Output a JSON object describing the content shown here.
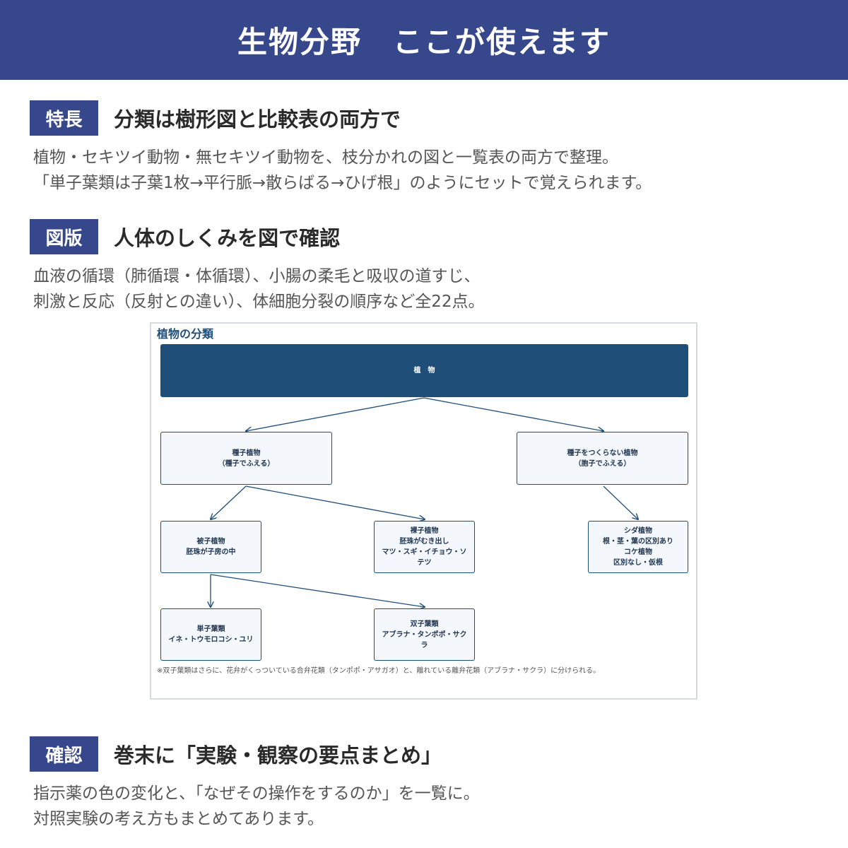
{
  "header": {
    "title": "生物分野　ここが使えます"
  },
  "sections": [
    {
      "badge": "特長",
      "title": "分類は樹形図と比較表の両方で",
      "lines": [
        "植物・セキツイ動物・無セキツイ動物を、枝分かれの図と一覧表の両方で整理。",
        "「単子葉類は子葉1枚→平行脈→散らばる→ひげ根」のようにセットで覚えられます。"
      ]
    },
    {
      "badge": "図版",
      "title": "人体のしくみを図で確認",
      "lines": [
        "血液の循環（肺循環・体循環）、小腸の柔毛と吸収の道すじ、",
        "刺激と反応（反射との違い）、体細胞分裂の順序など全22点。"
      ]
    },
    {
      "badge": "確認",
      "title": "巻末に「実験・観察の要点まとめ」",
      "lines": [
        "指示薬の色の変化と、「なぜその操作をするのか」を一覧に。",
        "対照実験の考え方もまとめてあります。"
      ]
    }
  ],
  "diagram": {
    "title": "植物の分類",
    "nodes": {
      "root": [
        "植　物"
      ],
      "seed": [
        "種子植物",
        "（種子でふえる）"
      ],
      "noseed": [
        "種子をつくらない植物",
        "（胞子でふえる）"
      ],
      "angio": [
        "被子植物",
        "胚珠が子房の中"
      ],
      "gymno": [
        "裸子植物",
        "胚珠がむき出し",
        "マツ・スギ・イチョウ・ソ",
        "テツ"
      ],
      "fern": [
        "シダ植物",
        "根・茎・葉の区別あり",
        "コケ植物",
        "区別なし・仮根"
      ],
      "mono": [
        "単子葉類",
        "イネ・トウモロコシ・ユリ"
      ],
      "dicot": [
        "双子葉類",
        "アブラナ・タンポポ・サク",
        "ラ"
      ]
    },
    "note": "※双子葉類はさらに、花弁がくっついている合弁花類（タンポポ・アサガオ）と、離れている離弁花類（アブラナ・サクラ）に分けられる。"
  },
  "colors": {
    "brand": "#37478c",
    "diagram_dark": "#1f4e79",
    "node_fill": "#f4f7fb"
  }
}
